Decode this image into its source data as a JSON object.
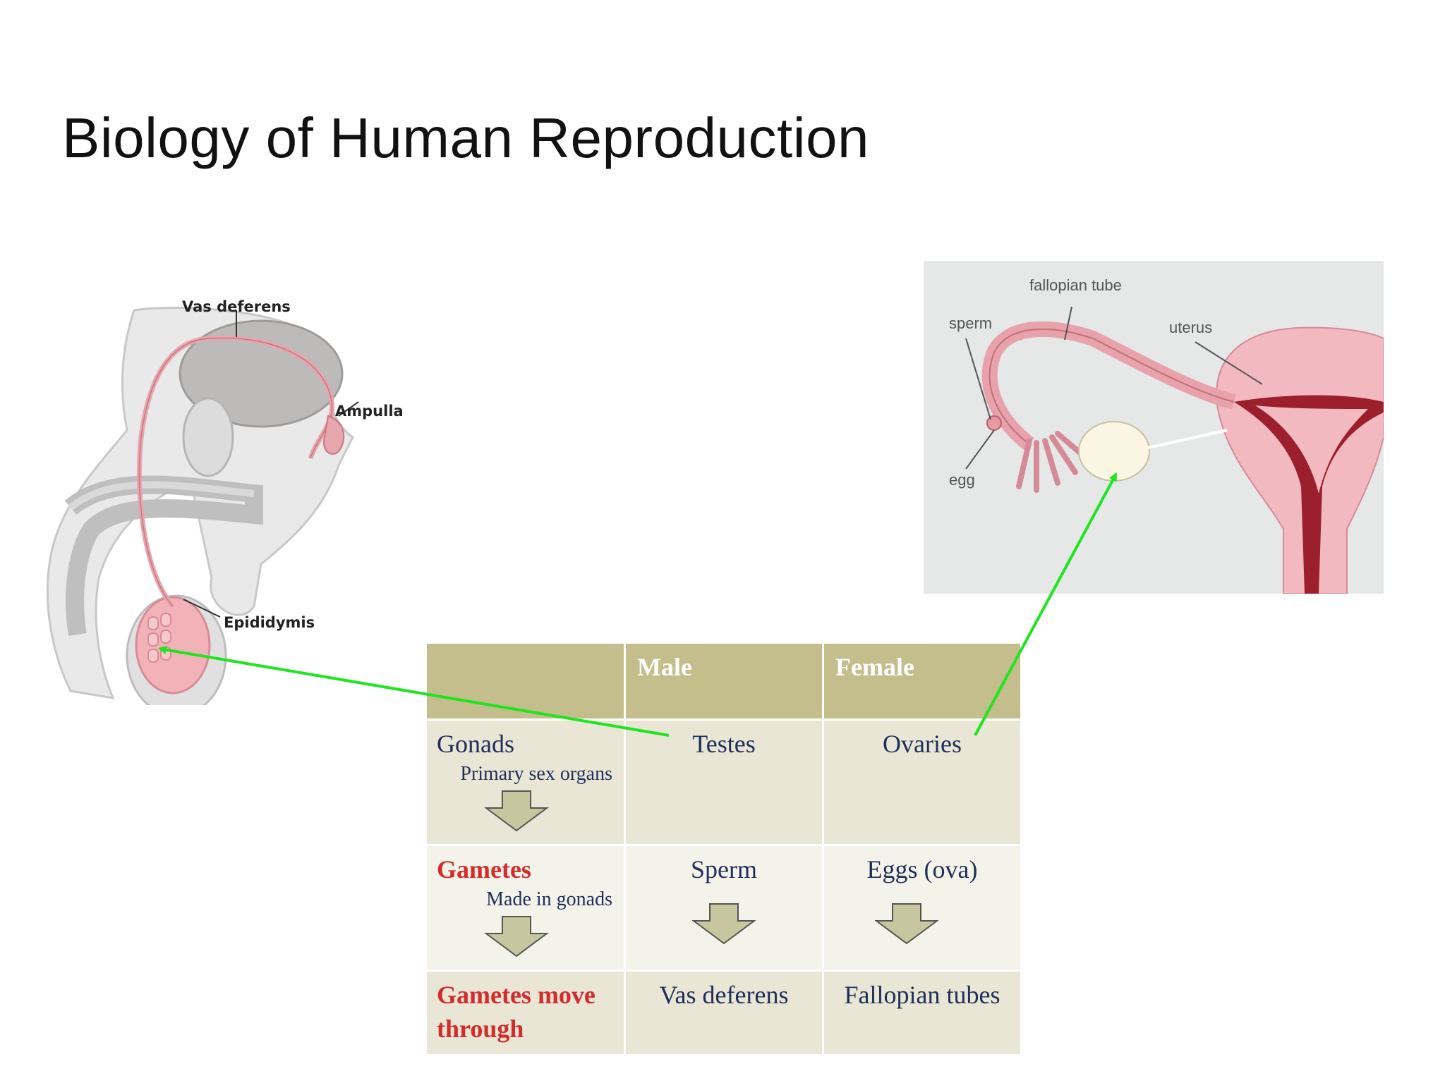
{
  "title": "Biology of Human Reproduction",
  "male_figure": {
    "labels": {
      "vas_deferens": "Vas deferens",
      "ampulla": "Ampulla",
      "epididymis": "Epididymis"
    }
  },
  "female_figure": {
    "labels": {
      "fallopian_tube": "fallopian tube",
      "sperm": "sperm",
      "uterus": "uterus",
      "egg": "egg"
    }
  },
  "table": {
    "headers": [
      "",
      "Male",
      "Female"
    ],
    "rows": [
      {
        "head": "Gonads",
        "sub": "Primary sex organs",
        "male": "Testes",
        "female": "Ovaries"
      },
      {
        "head": "Gametes",
        "sub": "Made in gonads",
        "male": "Sperm",
        "female": "Eggs (ova)"
      },
      {
        "head_line1": "Gametes move",
        "head_line2": "through",
        "male": "Vas deferens",
        "female": "Fallopian tubes"
      }
    ]
  },
  "colors": {
    "header_bg": "#c4bd8c",
    "cell_bg": "#e9e6d5",
    "highlight_red": "#d42c2c",
    "arrow_green": "#1ee61e",
    "tissue_pink": "#f2b3b8"
  }
}
